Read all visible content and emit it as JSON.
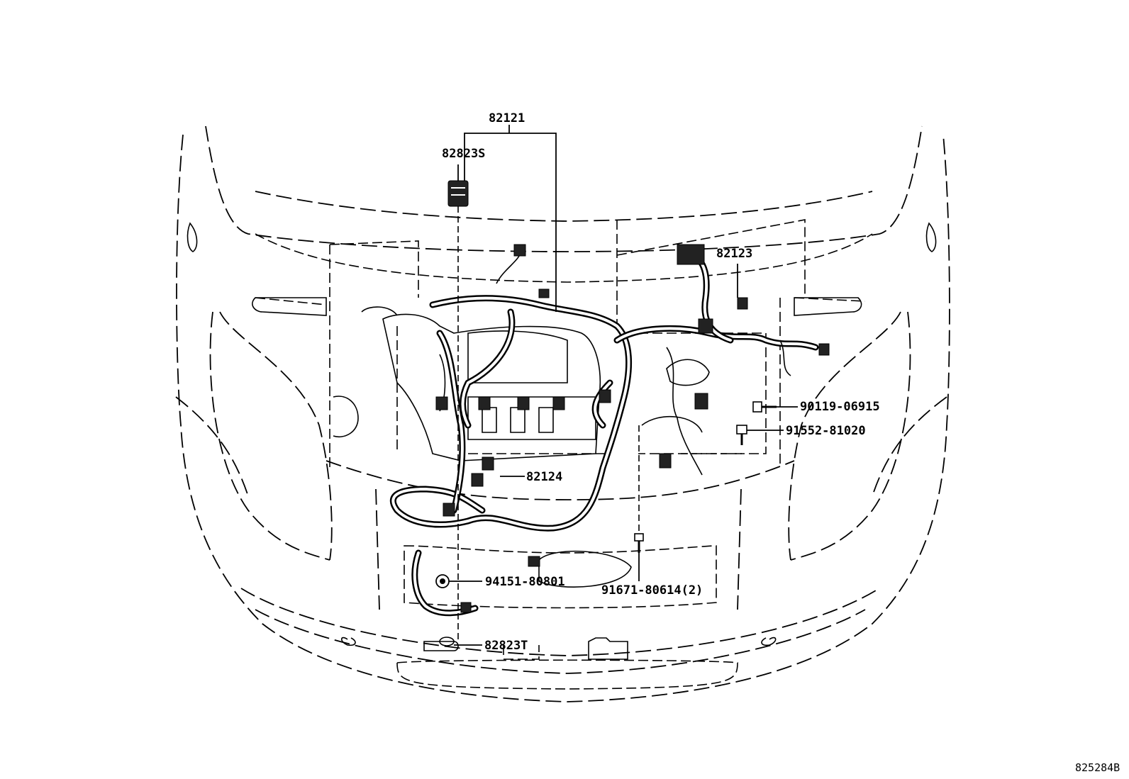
{
  "diagram": {
    "figure_code": "825284B",
    "parts": [
      {
        "id": "p-82121",
        "number": "82121"
      },
      {
        "id": "p-82823s",
        "number": "82823S"
      },
      {
        "id": "p-82123",
        "number": "82123"
      },
      {
        "id": "p-90119",
        "number": "90119-06915"
      },
      {
        "id": "p-91552",
        "number": "91552-81020"
      },
      {
        "id": "p-82124",
        "number": "82124"
      },
      {
        "id": "p-94151",
        "number": "94151-80801"
      },
      {
        "id": "p-91671",
        "number": "91671-80614(2)"
      },
      {
        "id": "p-82823t",
        "number": "82823T"
      }
    ]
  }
}
